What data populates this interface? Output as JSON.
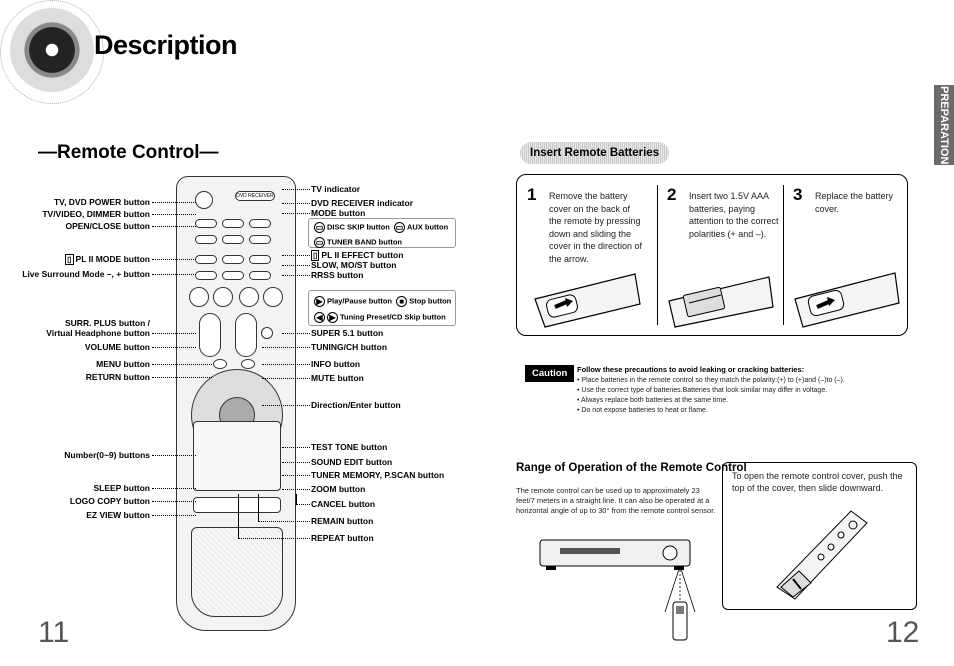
{
  "header": {
    "title": "Description"
  },
  "left_page": {
    "section_title": "—Remote Control—",
    "remote_labels": {
      "tv_dvd_receiver": "DVD RECEIVER"
    },
    "left_callouts": [
      "TV, DVD POWER button",
      "TV/VIDEO, DIMMER button",
      "OPEN/CLOSE button",
      "PL II MODE button",
      "Live Surround Mode –, + button",
      "SURR. PLUS button /",
      "Virtual Headphone button",
      "VOLUME button",
      "MENU button",
      "RETURN button",
      "Number(0~9) buttons",
      "SLEEP button",
      "LOGO COPY button",
      "EZ VIEW button"
    ],
    "right_callouts": [
      "TV indicator",
      "DVD RECEIVER indicator",
      "MODE button",
      "PL II EFFECT button",
      "SLOW, MO/ST button",
      "RRSS button",
      "SUPER 5.1 button",
      "TUNING/CH button",
      "INFO button",
      "MUTE button",
      "Direction/Enter button",
      "TEST TONE button",
      "SOUND EDIT button",
      "TUNER MEMORY, P.SCAN button",
      "ZOOM button",
      "CANCEL button",
      "REMAIN button",
      "REPEAT button"
    ],
    "group1": {
      "disc_skip": "DISC SKIP button",
      "aux": "AUX button",
      "tuner_band": "TUNER BAND button"
    },
    "group2": {
      "play_pause": "Play/Pause button",
      "stop": "Stop button",
      "tuning_skip": "Tuning Preset/CD Skip button"
    },
    "page_number": "11"
  },
  "right_page": {
    "side_tab": "PREPARATION",
    "banner": "Insert Remote Batteries",
    "steps": [
      {
        "num": "1",
        "text": "Remove the battery cover on the back of the remote by pressing down and sliding the cover in the direction of the arrow."
      },
      {
        "num": "2",
        "text": "Insert two 1.5V AAA batteries, paying attention to the correct polarities (+ and –)."
      },
      {
        "num": "3",
        "text": "Replace the battery cover."
      }
    ],
    "caution": {
      "tag": "Caution",
      "title": "Follow these precautions to avoid leaking or cracking batteries:",
      "items": [
        "Place batteries in the remote control so they match the polarity:(+) to (+)and (–)to (–).",
        "Use the correct type of batteries.Batteries that look similar may differ in voltage.",
        "Always replace both batteries at the same time.",
        "Do not expose batteries to heat or flame."
      ]
    },
    "range": {
      "title": "Range of Operation of the Remote Control",
      "text": "The remote control can be used up to approximately 23 feet/7 meters in a straight line. It can also be operated at a horizontal angle of up to 30° from the remote control sensor."
    },
    "info_box": "To open the remote control cover, push the top of the cover, then slide downward.",
    "page_number": "12"
  }
}
